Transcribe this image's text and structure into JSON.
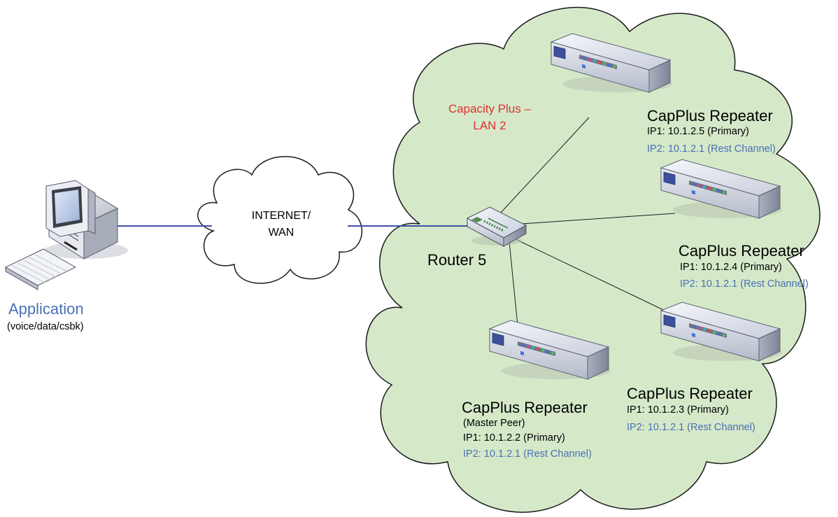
{
  "application": {
    "label": "Application",
    "sublabel": "(voice/data/csbk)"
  },
  "internet": {
    "line1": "INTERNET/",
    "line2": "WAN"
  },
  "lan": {
    "line1": "Capacity Plus –",
    "line2": "LAN 2",
    "fill_color": "#d5e9c9"
  },
  "router": {
    "label": "Router 5"
  },
  "repeaters": [
    {
      "title": "CapPlus Repeater",
      "ip1": "IP1: 10.1.2.5 (Primary)",
      "ip2": "IP2: 10.1.2.1 (Rest Channel)"
    },
    {
      "title": "CapPlus Repeater",
      "ip1": "IP1: 10.1.2.4 (Primary)",
      "ip2": "IP2: 10.1.2.1 (Rest Channel)"
    },
    {
      "title": "CapPlus Repeater",
      "ip1": "IP1: 10.1.2.3 (Primary)",
      "ip2": "IP2: 10.1.2.1 (Rest Channel)"
    },
    {
      "title": "CapPlus Repeater",
      "role": "(Master Peer)",
      "ip1": "IP1: 10.1.2.2 (Primary)",
      "ip2": "IP2: 10.1.2.1 (Rest Channel)"
    }
  ],
  "colors": {
    "link_blue": "#3f51a8",
    "ip2_blue": "#4a6fb5",
    "title_red": "#e03030"
  }
}
